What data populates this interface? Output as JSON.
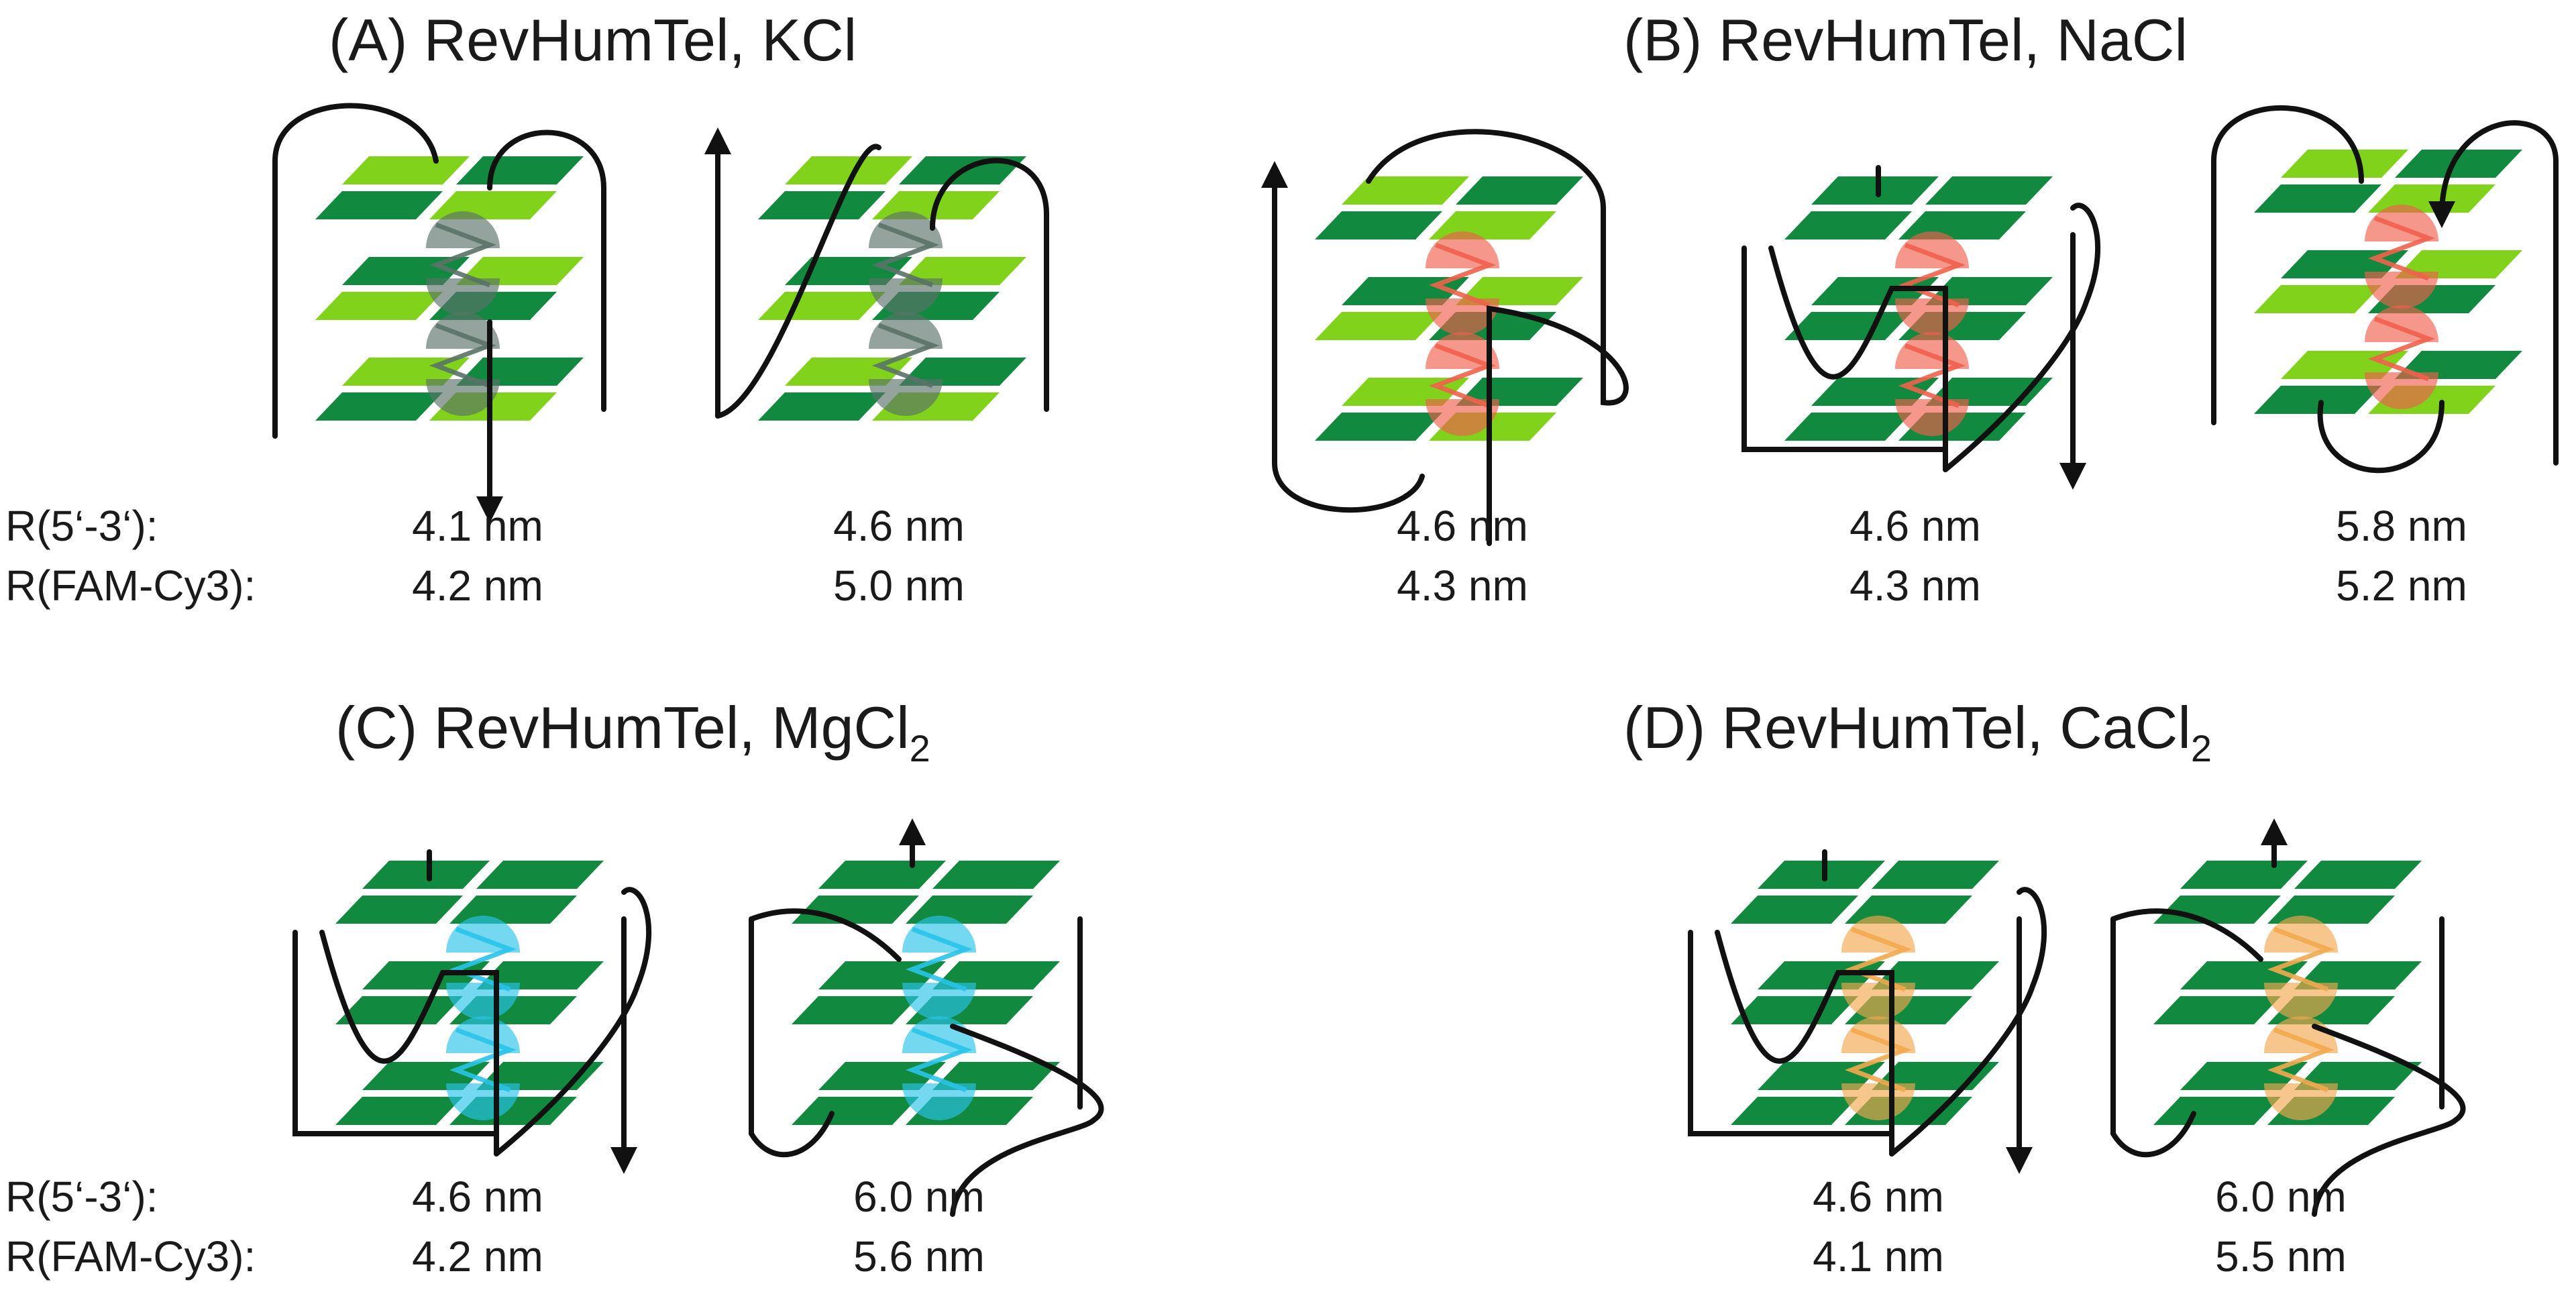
{
  "colors": {
    "dark_green": "#118a3f",
    "light_green": "#80d21b",
    "strand": "#111111",
    "ion_K": "#5a7268",
    "ion_Na": "#f0604d",
    "ion_Mg": "#29c3ea",
    "ion_Ca": "#f2a84e"
  },
  "row_labels": {
    "r53": "R(5‘-3‘):",
    "rfc": "R(FAM-Cy3):"
  },
  "panels": [
    {
      "title_main": "(A) RevHumTel, KCl",
      "title_sub": "",
      "ion": "K+",
      "structures": [
        {
          "variant": "antiparallel-basket",
          "r53": "4.1 nm",
          "rfc": "4.2 nm"
        },
        {
          "variant": "hybrid",
          "r53": "4.6 nm",
          "rfc": "5.0 nm"
        }
      ]
    },
    {
      "title_main": "(B) RevHumTel, NaCl",
      "title_sub": "",
      "ion": "Na+",
      "structures": [
        {
          "variant": "hybrid-a",
          "r53": "4.6 nm",
          "rfc": "4.3 nm"
        },
        {
          "variant": "parallel-like",
          "r53": "4.6 nm",
          "rfc": "4.3 nm"
        },
        {
          "variant": "antiparallel",
          "r53": "5.8 nm",
          "rfc": "5.2 nm"
        }
      ]
    },
    {
      "title_main": "(C) RevHumTel, MgCl",
      "title_sub": "2",
      "ion": "Mg2+",
      "structures": [
        {
          "variant": "parallel-like",
          "r53": "4.6 nm",
          "rfc": "4.2 nm"
        },
        {
          "variant": "propeller",
          "r53": "6.0 nm",
          "rfc": "5.6 nm"
        }
      ]
    },
    {
      "title_main": "(D) RevHumTel, CaCl",
      "title_sub": "2",
      "ion": "Ca2+",
      "structures": [
        {
          "variant": "parallel-like",
          "r53": "4.6 nm",
          "rfc": "4.1 nm"
        },
        {
          "variant": "propeller",
          "r53": "6.0 nm",
          "rfc": "5.5 nm"
        }
      ]
    }
  ]
}
